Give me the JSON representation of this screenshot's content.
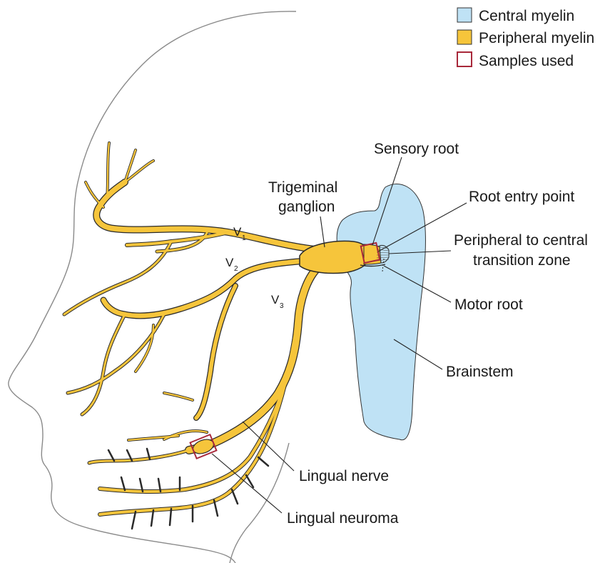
{
  "colors": {
    "central_myelin": "#bfe2f5",
    "peripheral_myelin": "#f6c53b",
    "sample_box": "#a8283a",
    "outline": "#2a2a2a",
    "face_outline": "#8a8a8a"
  },
  "legend": {
    "central": "Central myelin",
    "peripheral": "Peripheral myelin",
    "samples": "Samples used"
  },
  "labels": {
    "sensory_root": "Sensory root",
    "trigeminal_line1": "Trigeminal",
    "trigeminal_line2": "ganglion",
    "root_entry": "Root entry point",
    "transition_line1": "Peripheral to central",
    "transition_line2": "transition zone",
    "motor_root": "Motor root",
    "brainstem": "Brainstem",
    "lingual_nerve": "Lingual nerve",
    "lingual_neuroma": "Lingual neuroma"
  },
  "branches": {
    "v1": {
      "letter": "V",
      "index": "1"
    },
    "v2": {
      "letter": "V",
      "index": "2"
    },
    "v3": {
      "letter": "V",
      "index": "3"
    }
  }
}
